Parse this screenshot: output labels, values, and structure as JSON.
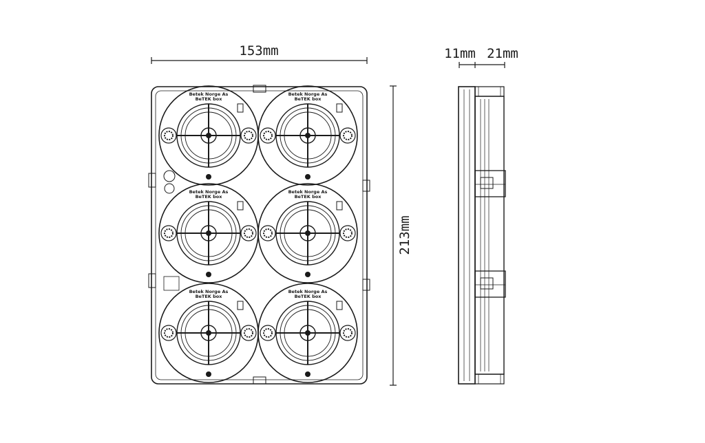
{
  "dimensions": {
    "width": "153mm",
    "height": "213mm",
    "depth_front": "11mm",
    "depth_back": "21mm"
  },
  "label": {
    "line1": "Betek Norge As",
    "line2": "BeTEK box"
  },
  "front_view": {
    "rows": 3,
    "cols": 2
  }
}
